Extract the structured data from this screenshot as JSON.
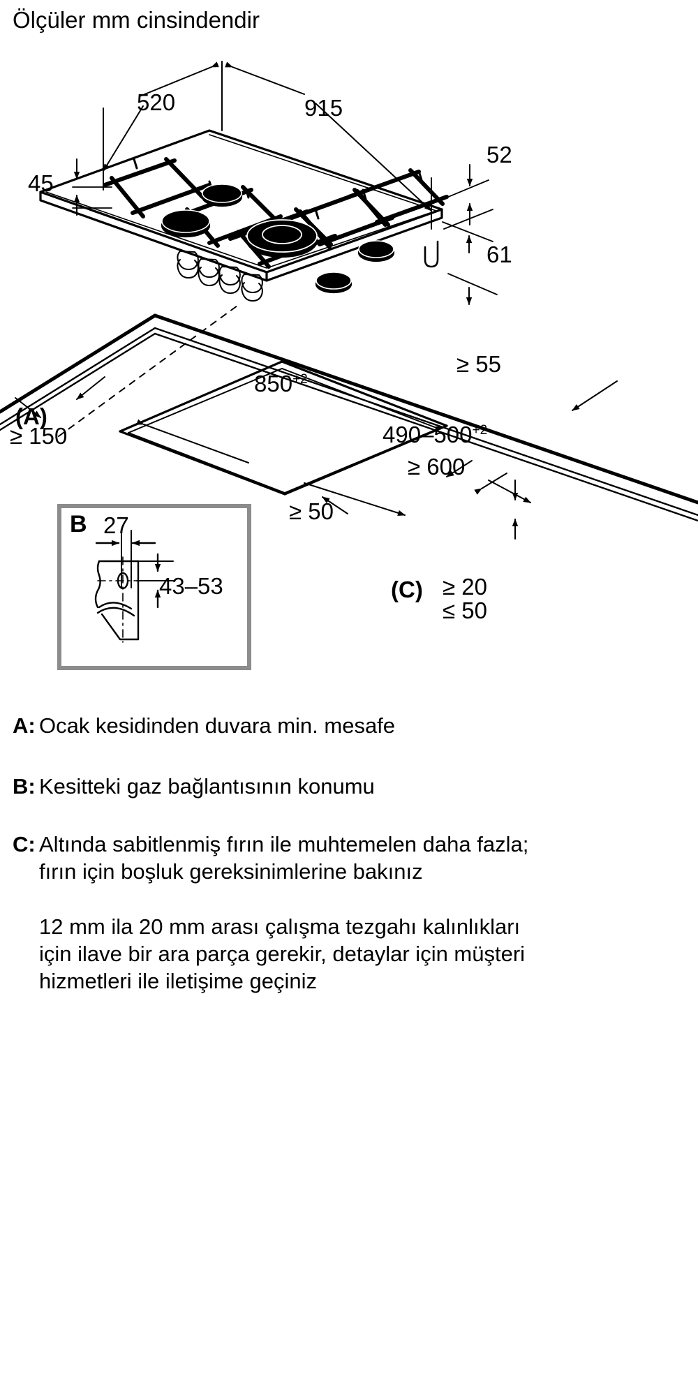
{
  "title": "Ölçüler mm cinsindendir",
  "units_note": "mm",
  "hob_view": {
    "name": "gas-hob-isometric",
    "dimensions": {
      "width_total": "915",
      "depth_total": "520",
      "front_offset": "45",
      "top_height": "52",
      "body_height": "61"
    }
  },
  "cutout_view": {
    "name": "worktop-cutout-isometric",
    "dimensions": {
      "cutout_width": "850",
      "cutout_width_tol": "+2",
      "cutout_depth_min": "490",
      "cutout_depth_max": "500",
      "cutout_depth_tol": "+2",
      "rear_edge_min": "≥ 55",
      "wall_distance_label": "(A)",
      "wall_distance_min": "≥ 150",
      "cabinet_depth_min": "≥ 600",
      "front_edge_min": "≥ 50",
      "worktop_label": "(C)",
      "worktop_min": "≥ 20",
      "worktop_max": "≤ 50"
    }
  },
  "detail_box": {
    "label": "B",
    "dimensions": {
      "horizontal": "27",
      "vertical_range": "43–53"
    }
  },
  "legend": [
    {
      "key": "A:",
      "text": "Ocak kesidinden duvara min. mesafe"
    },
    {
      "key": "B:",
      "text": "Kesitteki gaz bağlantısının konumu"
    },
    {
      "key": "C:",
      "text": "Altında sabitlenmiş fırın ile muhtemelen daha fazla; fırın için boşluk gereksinimlerine bakınız"
    }
  ],
  "footnote": "12 mm ila 20 mm arası çalışma tezgahı kalınlıkları için ilave bir ara parça gerekir, detaylar için müşteri hizmetleri ile iletişime geçiniz",
  "colors": {
    "stroke": "#000000",
    "detail_box_border": "#8c8c8c",
    "background": "#ffffff"
  }
}
